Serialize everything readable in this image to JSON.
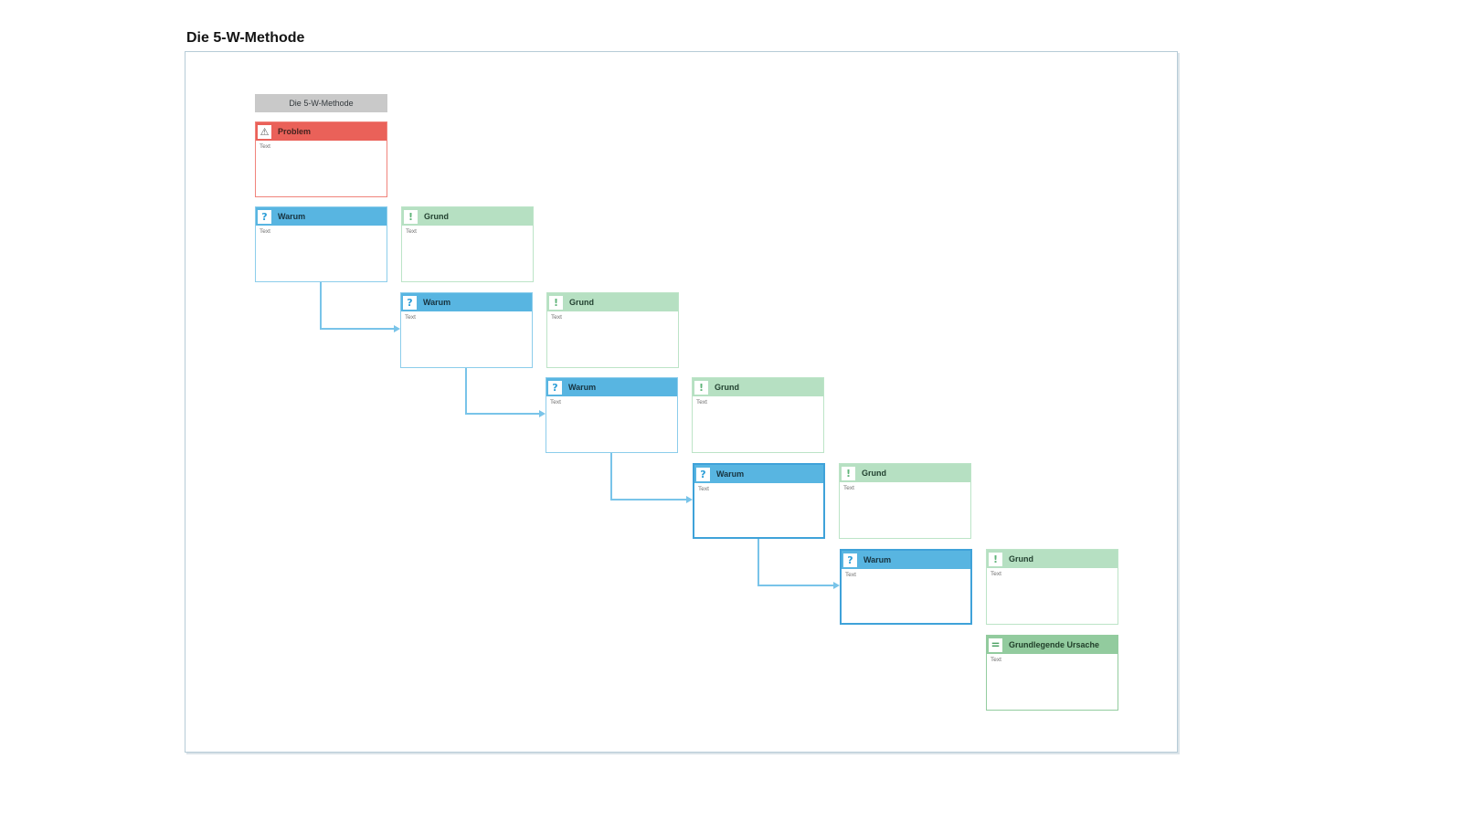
{
  "page": {
    "title": "Die 5-W-Methode"
  },
  "canvas": {
    "banner": "Die 5-W-Methode"
  },
  "labels": {
    "problem": "Problem",
    "warum": "Warum",
    "grund": "Grund",
    "root_cause": "Grundlegende Ursache",
    "placeholder": "Text"
  },
  "icons": {
    "warning": "⚠",
    "question": "?",
    "exclamation": "!",
    "equals": "="
  },
  "colors": {
    "problem_header": "#ea6159",
    "problem_border": "#f0837b",
    "warum_header": "#58b5e1",
    "warum_border": "#8ccdeb",
    "warum_border_selected": "#3fa2d9",
    "grund_header": "#b6e0c2",
    "grund_border": "#bce4c7",
    "root_cause_header": "#92cb9e",
    "root_cause_border": "#93cc9f",
    "connector": "#79c4e9",
    "banner_bg": "#c9c9c9",
    "canvas_border": "#b6cbd7"
  },
  "structure": {
    "why_levels": 5,
    "flow": "Problem → Warum 1..5 (each with Grund) → Grundlegende Ursache"
  }
}
